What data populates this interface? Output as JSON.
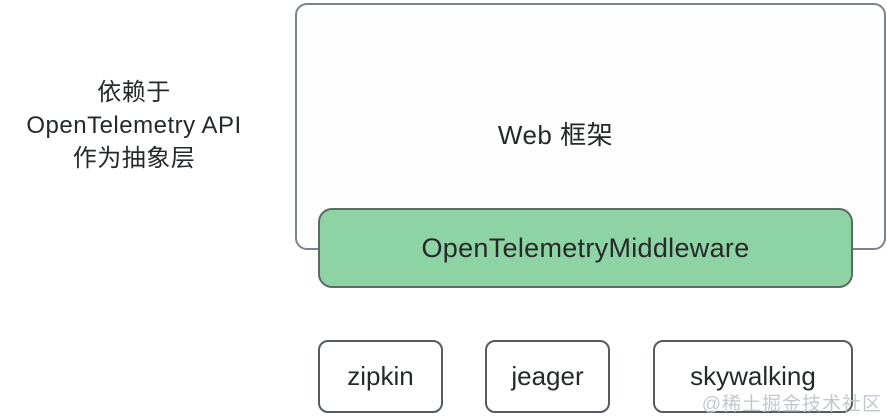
{
  "diagram": {
    "annotation": {
      "lines": [
        "依赖于",
        "OpenTelemetry API",
        "作为抽象层"
      ]
    },
    "web_framework": {
      "label": "Web 框架"
    },
    "middleware": {
      "label": "OpenTelemetryMiddleware"
    },
    "tracers": [
      {
        "label": "zipkin"
      },
      {
        "label": "jeager"
      },
      {
        "label": "skywalking"
      }
    ],
    "watermark": {
      "text": "@稀土掘金技术社区"
    }
  },
  "colors": {
    "middleware_fill": "#8ed3a4",
    "middleware_border": "#5a6b63",
    "frame_border": "#7d838a",
    "box_border": "#565b61",
    "text": "#26292c",
    "watermark": "#c3c7cd"
  }
}
